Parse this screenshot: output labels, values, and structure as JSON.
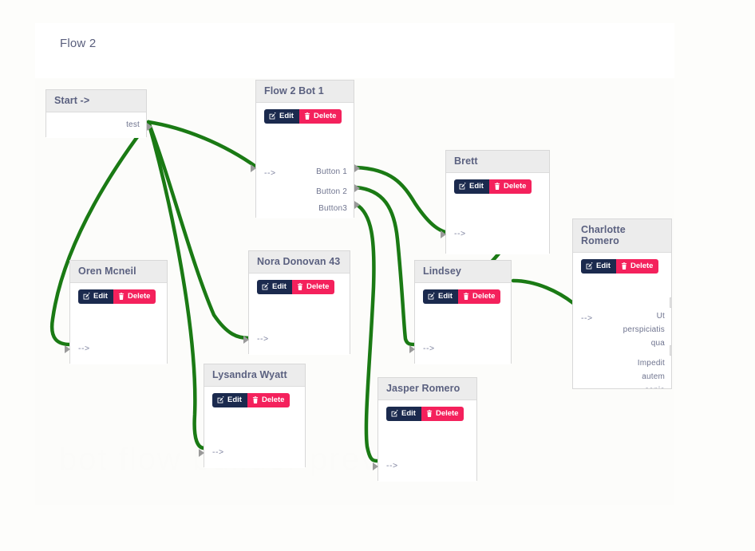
{
  "page": {
    "background_color": "#fdfdfb",
    "canvas_color": "#fcfcfa",
    "link_color": "#1a7a14",
    "accent_edit_color": "#1b2a4e",
    "accent_delete_color": "#f4215c",
    "node_header_color": "#ececec",
    "title_text_color": "#5a5f7d",
    "watermark_text": "bot flow builder preview"
  },
  "header": {
    "title": "Flow 2"
  },
  "buttons": {
    "edit_label": "Edit",
    "delete_label": "Delete",
    "edit_icon": "pencil-square-icon",
    "delete_icon": "trash-icon"
  },
  "nodes": [
    {
      "id": "start",
      "title": "Start ->",
      "has_actions": false,
      "inputs": [],
      "outputs": [
        "test"
      ]
    },
    {
      "id": "flow2bot1",
      "title": "Flow 2 Bot 1",
      "has_actions": true,
      "inputs": [
        "-->"
      ],
      "outputs": [
        "Button 1",
        "Button 2",
        "Button3"
      ]
    },
    {
      "id": "brett",
      "title": "Brett",
      "has_actions": true,
      "inputs": [
        "-->"
      ],
      "outputs": []
    },
    {
      "id": "charlotte",
      "title": "Charlotte Romero",
      "has_actions": true,
      "inputs": [
        "-->"
      ],
      "outputs": [
        "Ut",
        "perspiciatis",
        "qua",
        "Impedit",
        "autem",
        "sapie"
      ]
    },
    {
      "id": "oren",
      "title": "Oren Mcneil",
      "has_actions": true,
      "inputs": [
        "-->"
      ],
      "outputs": []
    },
    {
      "id": "nora",
      "title": "Nora Donovan 43",
      "has_actions": true,
      "inputs": [
        "-->"
      ],
      "outputs": []
    },
    {
      "id": "lindsey",
      "title": "Lindsey",
      "has_actions": true,
      "inputs": [
        "-->"
      ],
      "outputs": []
    },
    {
      "id": "lysandra",
      "title": "Lysandra Wyatt",
      "has_actions": true,
      "inputs": [
        "-->"
      ],
      "outputs": []
    },
    {
      "id": "jasper",
      "title": "Jasper Romero",
      "has_actions": true,
      "inputs": [
        "-->"
      ],
      "outputs": []
    }
  ]
}
